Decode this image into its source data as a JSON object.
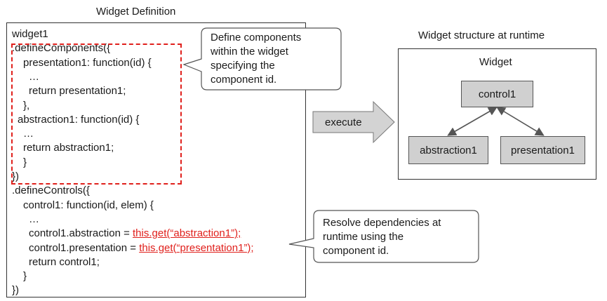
{
  "definition": {
    "title": "Widget Definition",
    "lines": [
      {
        "text": "widget1",
        "indent": 0
      },
      {
        "text": ".defineComponents({",
        "indent": 0
      },
      {
        "text": "presentation1: function(id) {",
        "indent": 2
      },
      {
        "text": "…",
        "indent": 3
      },
      {
        "text": "return presentation1;",
        "indent": 3
      },
      {
        "text": "},",
        "indent": 2
      },
      {
        "text": "abstraction1: function(id) {",
        "indent": 1
      },
      {
        "text": "…",
        "indent": 2
      },
      {
        "text": "return abstraction1;",
        "indent": 2
      },
      {
        "text": "}",
        "indent": 2
      },
      {
        "text": "})",
        "indent": 0
      },
      {
        "text": ".defineControls({",
        "indent": 0
      },
      {
        "text": "control1: function(id, elem) {",
        "indent": 2
      },
      {
        "text": "…",
        "indent": 3
      },
      {
        "text": "control1.abstraction = ",
        "red": "this.get(“abstraction1”);",
        "indent": 3
      },
      {
        "text": "control1.presentation = ",
        "red": "this.get(“presentation1”);",
        "indent": 3
      },
      {
        "text": "return control1;",
        "indent": 3
      },
      {
        "text": "}",
        "indent": 2
      },
      {
        "text": "})",
        "indent": 0
      }
    ]
  },
  "callouts": {
    "define": "Define components\nwithin the widget\nspecifying the\ncomponent id.",
    "resolve": "Resolve dependencies at\nruntime using the\ncomponent id."
  },
  "execute_label": "execute",
  "runtime": {
    "title": "Widget structure at runtime",
    "widget_label": "Widget",
    "nodes": {
      "control": "control1",
      "abstraction": "abstraction1",
      "presentation": "presentation1"
    }
  },
  "colors": {
    "highlight": "#e0201c",
    "node_fill": "#d0d0d0",
    "arrow_fill": "#d3d3d3",
    "connector": "#555555"
  }
}
